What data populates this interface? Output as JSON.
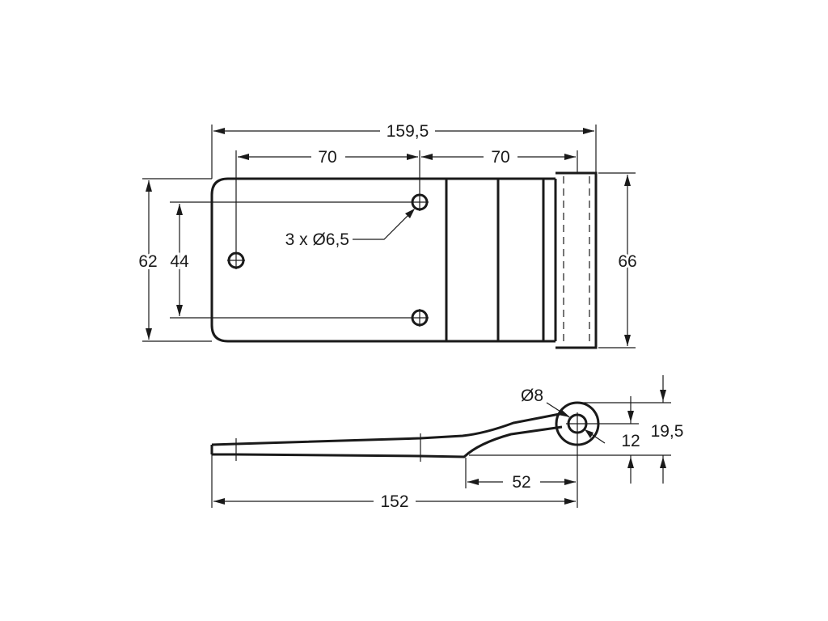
{
  "drawing": {
    "top_view": {
      "overall_length": "159,5",
      "hole_spacing_left": "70",
      "hole_spacing_right": "70",
      "height_left": "62",
      "hole_vertical_spacing": "44",
      "hinge_knuckle_length": "66",
      "holes_callout": "3 x Ø6,5"
    },
    "side_view": {
      "pin_diameter": "Ø8",
      "knuckle_offset": "12",
      "total_rise": "19,5",
      "bend_length": "52",
      "leaf_length": "152"
    }
  }
}
